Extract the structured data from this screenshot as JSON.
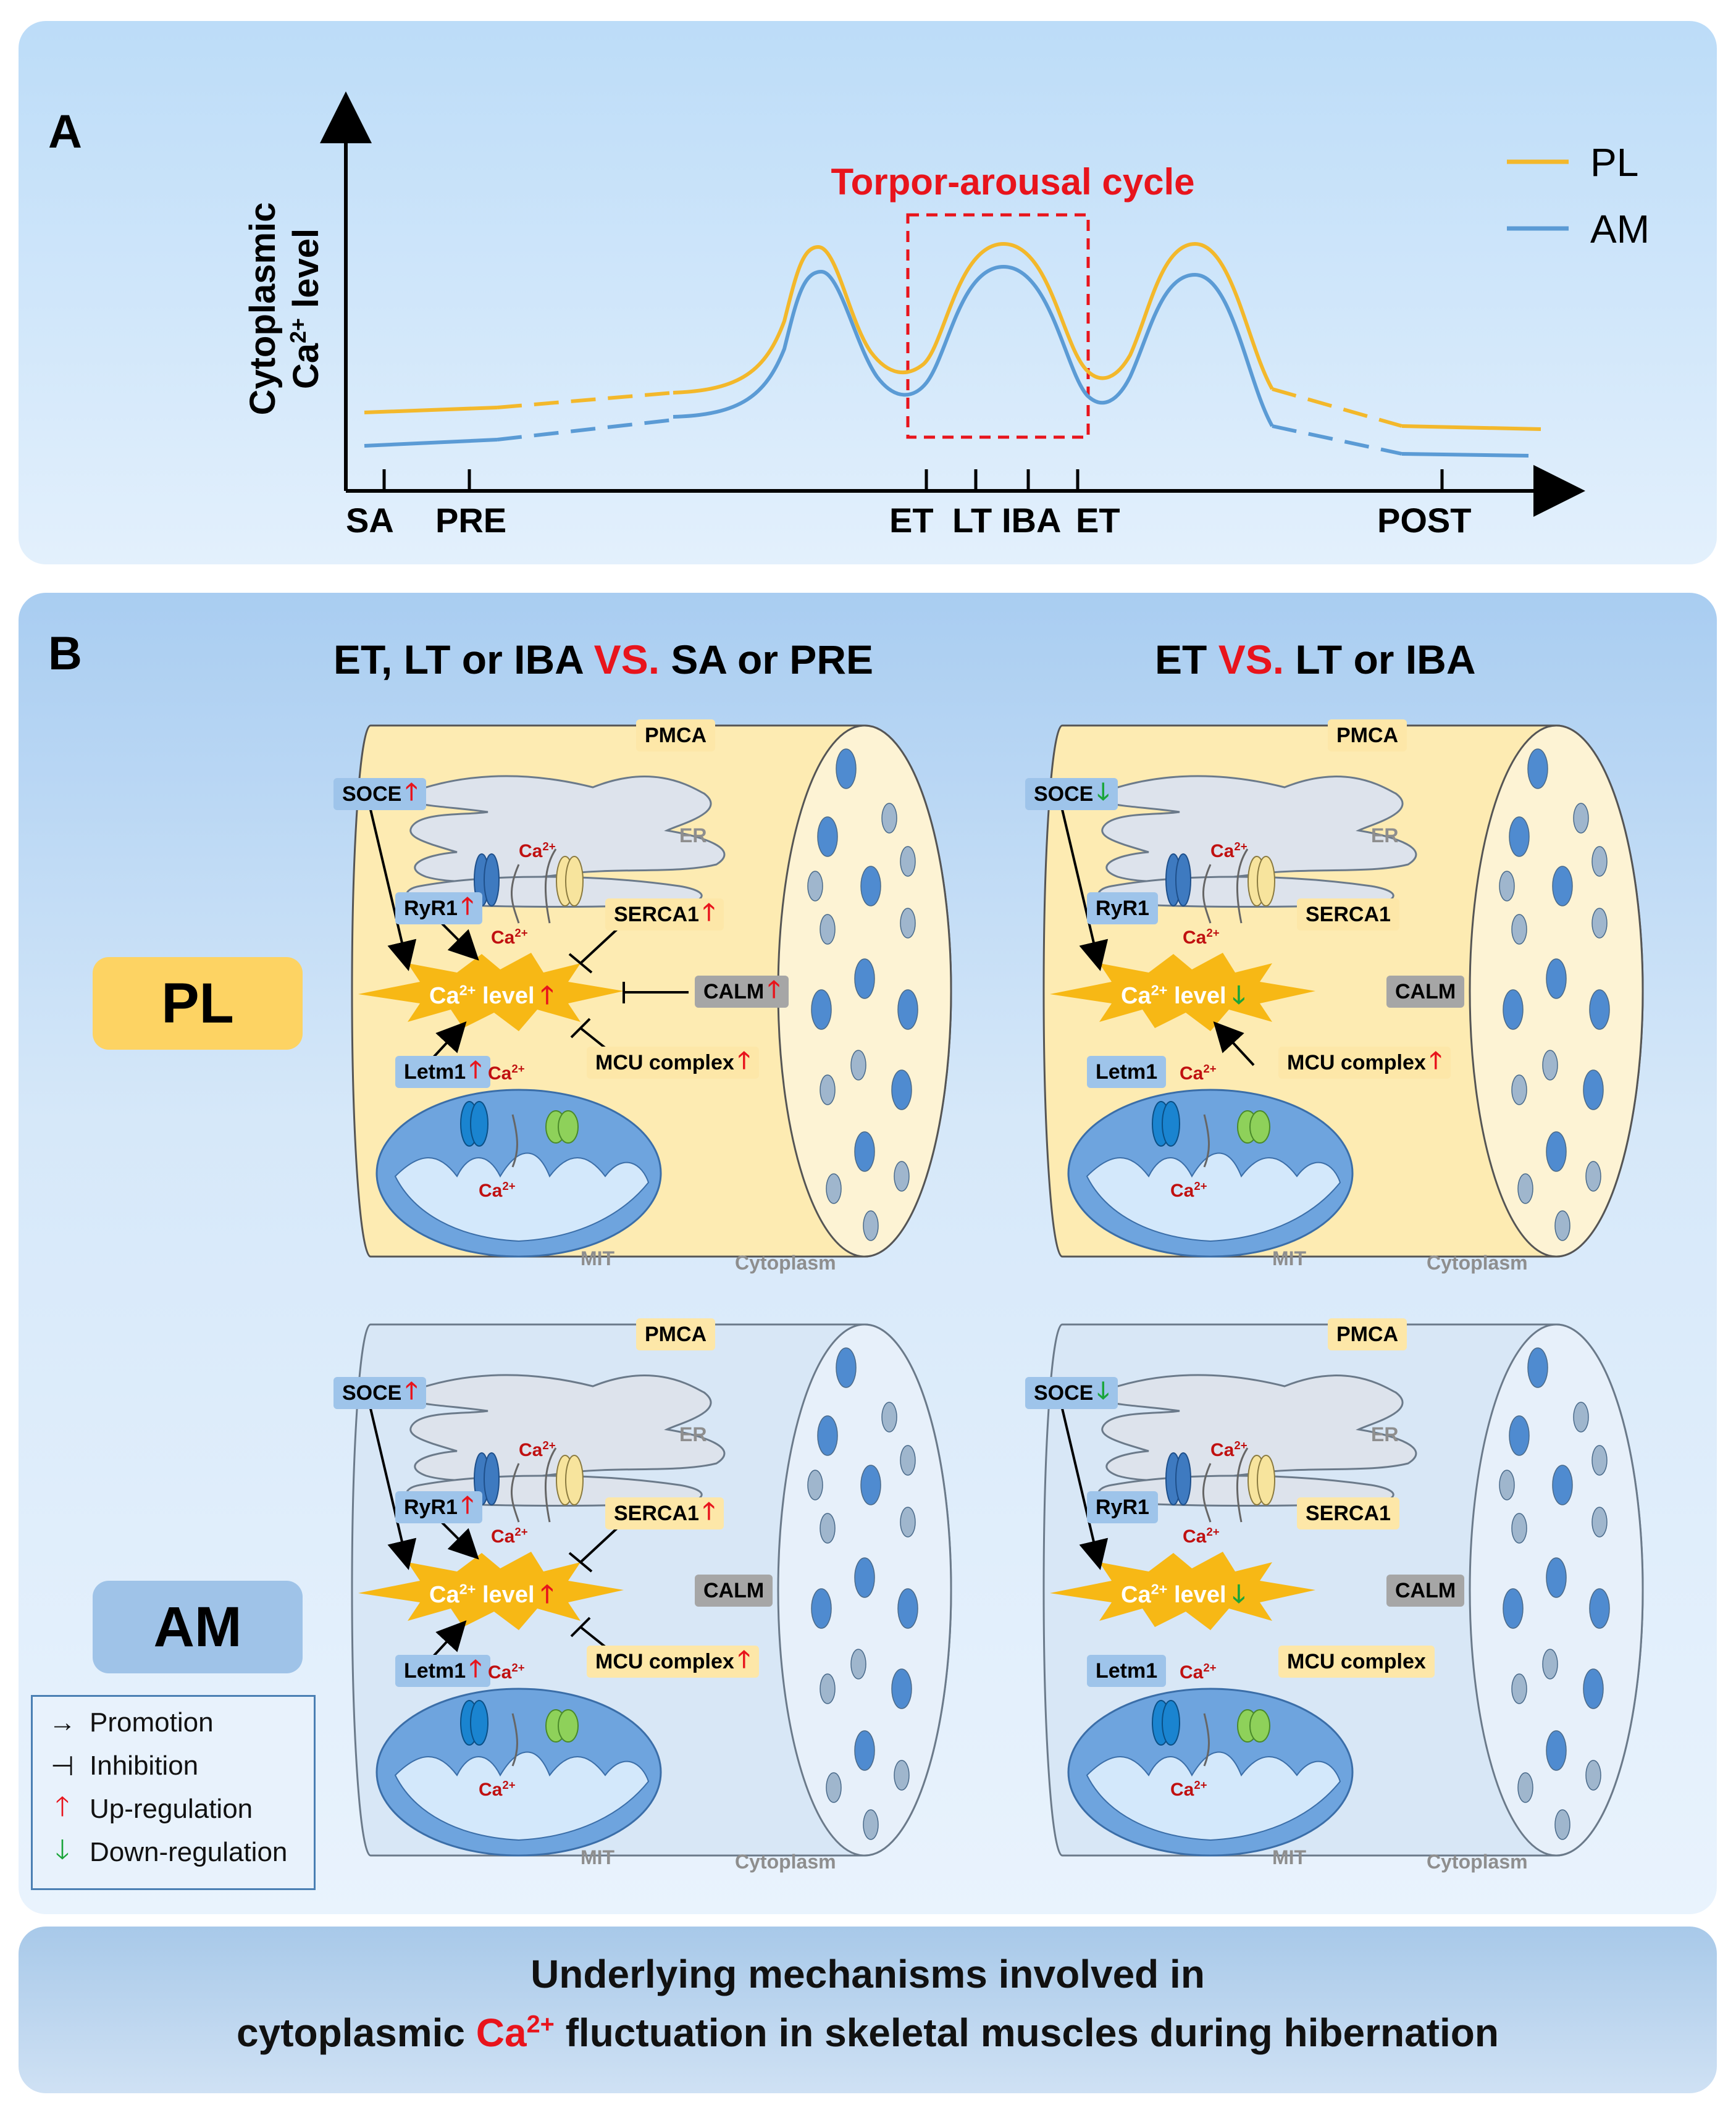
{
  "panel_a": {
    "letter": "A",
    "ylabel_line1": "Cytoplasmic",
    "ylabel_line2": "Ca",
    "ylabel_sup": "2+",
    "ylabel_line2_rest": " level",
    "cycle_label": "Torpor-arousal cycle",
    "ticks": [
      "SA",
      "PRE",
      "ET",
      "LT",
      "IBA",
      "ET",
      "POST"
    ],
    "legend": [
      {
        "name": "PL",
        "color": "#f3b82b"
      },
      {
        "name": "AM",
        "color": "#5b9bd5"
      }
    ]
  },
  "chart_data": {
    "type": "line",
    "title": "",
    "x": [
      "SA",
      "PRE",
      "ET",
      "LT",
      "IBA",
      "ET",
      "POST"
    ],
    "series": [
      {
        "name": "PL",
        "color": "#f3b82b"
      },
      {
        "name": "AM",
        "color": "#5b9bd5"
      }
    ],
    "xlabel": "",
    "ylabel": "Cytoplasmic Ca2+ level",
    "annotation": "Torpor-arousal cycle",
    "grid": false
  },
  "panel_b": {
    "letter": "B",
    "col1_title_a": "ET, LT or IBA ",
    "col1_title_vs": "VS.",
    "col1_title_b": " SA or PRE",
    "col2_title_a": "ET ",
    "col2_title_vs": "VS.",
    "col2_title_b": " LT or IBA",
    "row_labels": [
      "PL",
      "AM"
    ],
    "common": {
      "pmca": "PMCA",
      "er": "ER",
      "mit": "MIT",
      "cytoplasm": "Cytoplasm",
      "ca": "Ca",
      "ca_sup": "2+",
      "level": " level",
      "soce": "SOCE",
      "ryr1": "RyR1",
      "serca1": "SERCA1",
      "calm": "CALM",
      "mcu": "MCU complex",
      "letm1": "Letm1",
      "up_arrow": "🡑",
      "down_arrow": "🡓"
    },
    "legend": {
      "promotion_sym": "→",
      "promotion": "Promotion",
      "inhibition_sym": "⊣",
      "inhibition": "Inhibition",
      "up_sym": "🡑",
      "up": "Up-regulation",
      "down_sym": "🡓",
      "down": "Down-regulation"
    }
  },
  "panel_c": {
    "line1": "Underlying mechanisms involved in",
    "line2_a": "cytoplasmic ",
    "line2_ca": "Ca",
    "line2_sup": "2+",
    "line2_b": " fluctuation in skeletal muscles during hibernation"
  }
}
